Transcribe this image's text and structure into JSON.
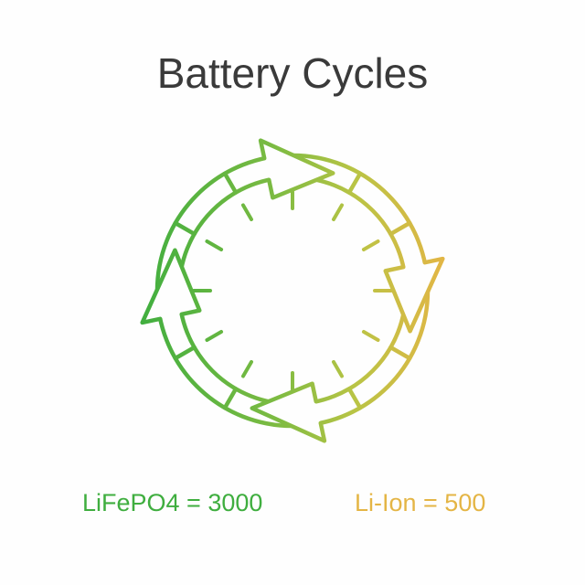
{
  "title": "Battery Cycles",
  "labels": {
    "lifepo4": "LiFePO4 = 3000",
    "liion": "Li-Ion = 500"
  },
  "colors": {
    "title": "#3a3a3a",
    "green": "#3fae3f",
    "yellow_green": "#a6c445",
    "yellow": "#e4b545",
    "background": "#fefefe"
  },
  "icons": [
    "cycle-arrows-icon",
    "clock-ticks-icon"
  ]
}
